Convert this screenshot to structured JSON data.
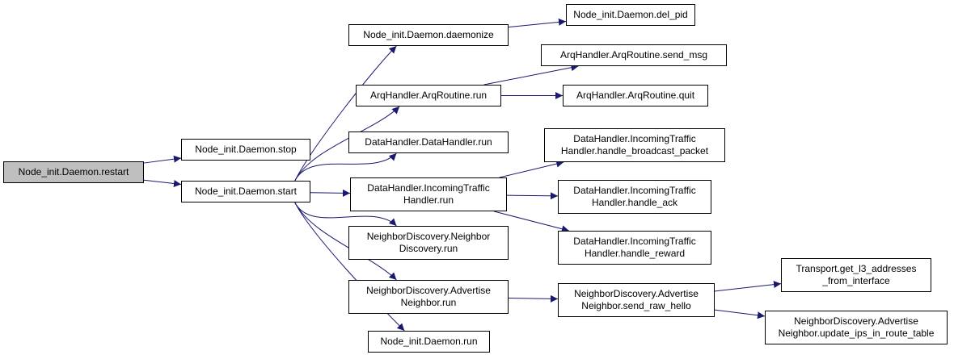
{
  "colors": {
    "edge": "#191970",
    "node_border": "#000000",
    "node_fill": "#ffffff",
    "focus_fill": "#bfbfbf"
  },
  "nodes": {
    "restart": {
      "lines": [
        "Node_init.Daemon.restart"
      ]
    },
    "stop": {
      "lines": [
        "Node_init.Daemon.stop"
      ]
    },
    "start": {
      "lines": [
        "Node_init.Daemon.start"
      ]
    },
    "daemonize": {
      "lines": [
        "Node_init.Daemon.daemonize"
      ]
    },
    "del_pid": {
      "lines": [
        "Node_init.Daemon.del_pid"
      ]
    },
    "arq_run": {
      "lines": [
        "ArqHandler.ArqRoutine.run"
      ]
    },
    "arq_send": {
      "lines": [
        "ArqHandler.ArqRoutine.send_msg"
      ]
    },
    "arq_quit": {
      "lines": [
        "ArqHandler.ArqRoutine.quit"
      ]
    },
    "dh_run": {
      "lines": [
        "DataHandler.DataHandler.run"
      ]
    },
    "it_run": {
      "lines": [
        "DataHandler.IncomingTraffic",
        "Handler.run"
      ]
    },
    "it_bcast": {
      "lines": [
        "DataHandler.IncomingTraffic",
        "Handler.handle_broadcast_packet"
      ]
    },
    "it_ack": {
      "lines": [
        "DataHandler.IncomingTraffic",
        "Handler.handle_ack"
      ]
    },
    "it_reward": {
      "lines": [
        "DataHandler.IncomingTraffic",
        "Handler.handle_reward"
      ]
    },
    "nd_run": {
      "lines": [
        "NeighborDiscovery.Neighbor",
        "Discovery.run"
      ]
    },
    "an_run": {
      "lines": [
        "NeighborDiscovery.Advertise",
        "Neighbor.run"
      ]
    },
    "an_hello": {
      "lines": [
        "NeighborDiscovery.Advertise",
        "Neighbor.send_raw_hello"
      ]
    },
    "daemon_run": {
      "lines": [
        "Node_init.Daemon.run"
      ]
    },
    "transport": {
      "lines": [
        "Transport.get_l3_addresses",
        "_from_interface"
      ]
    },
    "an_update": {
      "lines": [
        "NeighborDiscovery.Advertise",
        "Neighbor.update_ips_in_route_table"
      ]
    }
  },
  "edges": [
    [
      "restart",
      "stop"
    ],
    [
      "restart",
      "start"
    ],
    [
      "start",
      "daemonize"
    ],
    [
      "start",
      "arq_run"
    ],
    [
      "start",
      "dh_run"
    ],
    [
      "start",
      "it_run"
    ],
    [
      "start",
      "nd_run"
    ],
    [
      "start",
      "an_run"
    ],
    [
      "start",
      "daemon_run"
    ],
    [
      "daemonize",
      "del_pid"
    ],
    [
      "arq_run",
      "arq_send"
    ],
    [
      "arq_run",
      "arq_quit"
    ],
    [
      "it_run",
      "it_bcast"
    ],
    [
      "it_run",
      "it_ack"
    ],
    [
      "it_run",
      "it_reward"
    ],
    [
      "an_run",
      "an_hello"
    ],
    [
      "an_hello",
      "transport"
    ],
    [
      "an_hello",
      "an_update"
    ]
  ]
}
